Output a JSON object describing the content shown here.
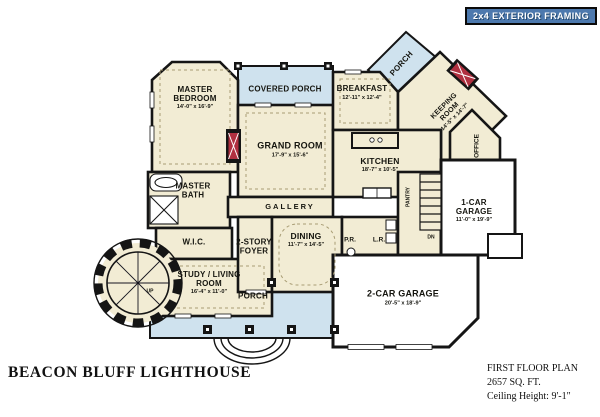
{
  "badge": {
    "label": "2x4 EXTERIOR FRAMING"
  },
  "title": "BEACON BLUFF LIGHTHOUSE",
  "footer": {
    "line1": "FIRST FLOOR PLAN",
    "line2": "2657 SQ. FT.",
    "line3": "Ceiling Height: 9'-1\""
  },
  "rooms": {
    "master_bedroom": {
      "name": "MASTER BEDROOM",
      "dims": "14'-0\" x 16'-9\""
    },
    "covered_porch": {
      "name": "COVERED PORCH"
    },
    "breakfast": {
      "name": "BREAKFAST",
      "dims": "12'-11\" x 12'-4\""
    },
    "porch_top": {
      "name": "PORCH"
    },
    "keeping_room": {
      "name": "KEEPING ROOM",
      "dims": "14'-5\" x 14'-7\""
    },
    "grand_room": {
      "name": "GRAND ROOM",
      "dims": "17'-9\" x 15'-6\""
    },
    "kitchen": {
      "name": "KITCHEN",
      "dims": "18'-7\" x 10'-5\""
    },
    "office": {
      "name": "OFFICE"
    },
    "master_bath": {
      "name": "MASTER BATH"
    },
    "gallery": {
      "name": "GALLERY"
    },
    "wic": {
      "name": "W.I.C."
    },
    "foyer": {
      "name": "2-STORY FOYER"
    },
    "dining": {
      "name": "DINING",
      "dims": "11'-7\" x 14'-5\""
    },
    "powder": {
      "name": "P.R."
    },
    "laundry": {
      "name": "L.R."
    },
    "pantry": {
      "name": "PANTRY"
    },
    "garage_1": {
      "name": "1-CAR GARAGE",
      "dims": "11'-0\" x 19'-9\""
    },
    "study": {
      "name": "STUDY / LIVING ROOM",
      "dims": "16'-4\" x 11'-0\""
    },
    "porch_bottom": {
      "name": "PORCH"
    },
    "garage_2": {
      "name": "2-CAR GARAGE",
      "dims": "20'-5\" x 18'-9\""
    },
    "stairs_up": {
      "name": "UP"
    },
    "stairs_dn": {
      "name": "DN"
    }
  },
  "colors": {
    "badge_bg": "#4d79ae",
    "interior": "#f2ecd4",
    "porch": "#cfe2ee",
    "garage": "#ffffff",
    "wall": "#151515",
    "fireplace": "#b03040"
  }
}
